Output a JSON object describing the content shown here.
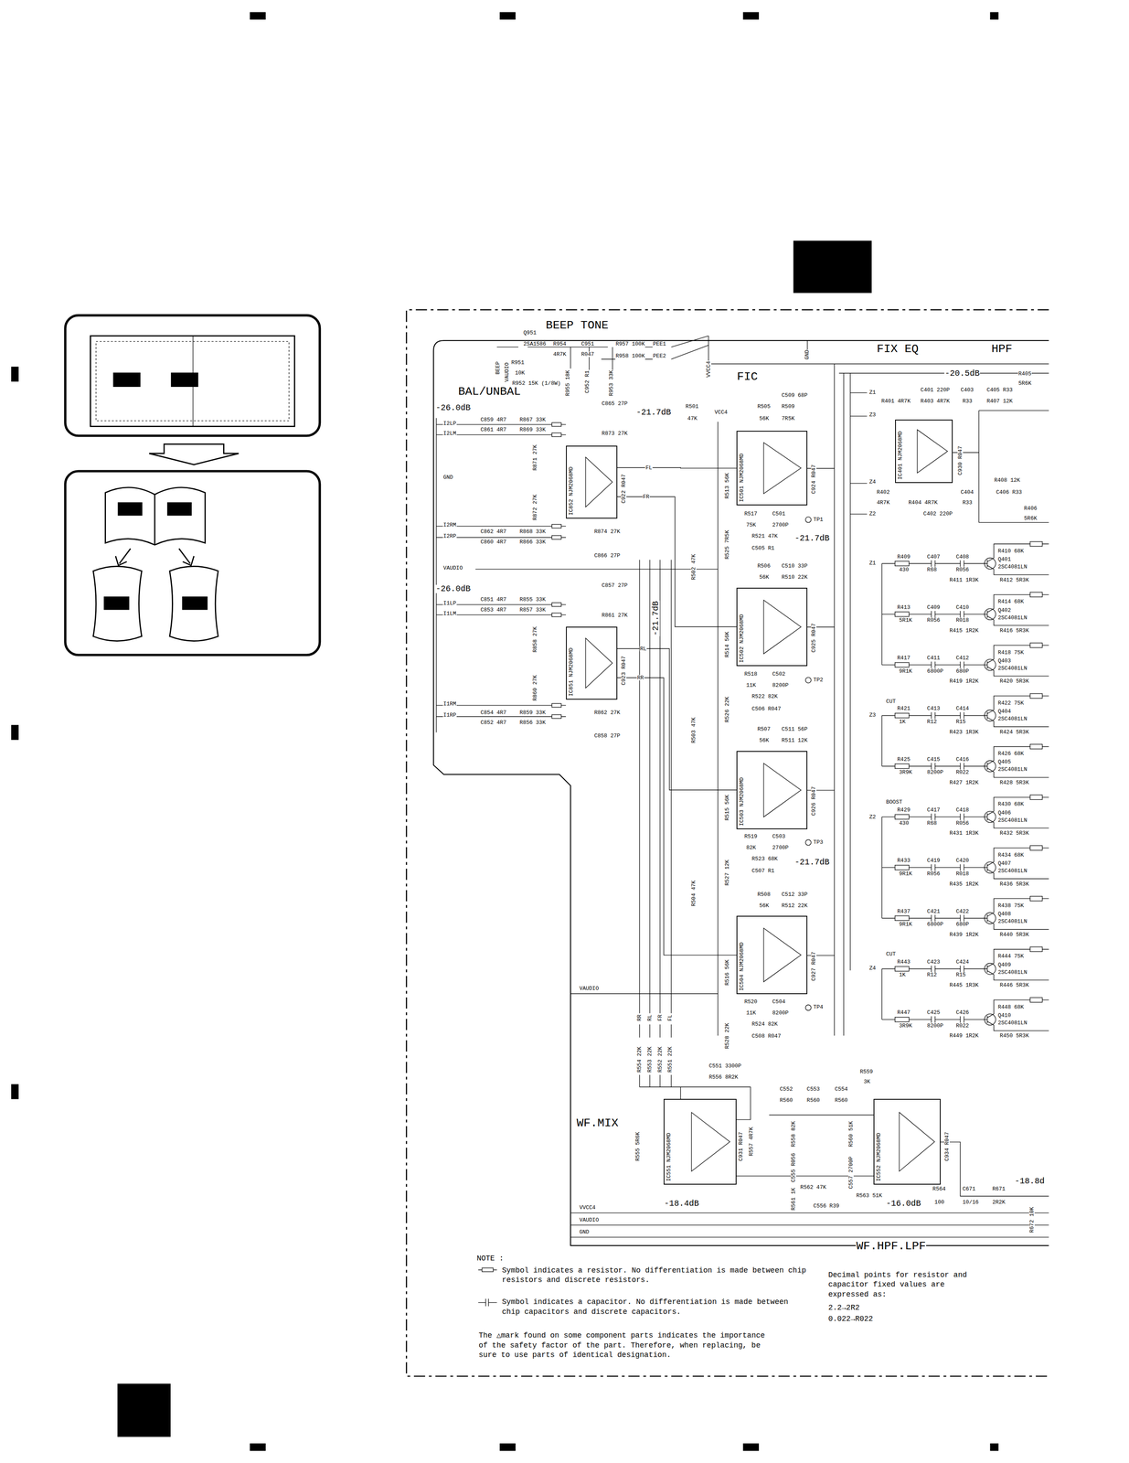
{
  "diagram": {
    "nodes": [
      {
        "text": [
          "IC852 NJM2068MD"
        ]
      },
      {
        "text": [
          "IC851 NJM2068MD"
        ]
      },
      {
        "text": [
          "IC501 NJM2068MD"
        ]
      },
      {
        "text": [
          "IC502 NJM2068MD"
        ]
      },
      {
        "text": [
          "IC503 NJM2068MD"
        ]
      },
      {
        "text": [
          "IC504 NJM2068MD"
        ]
      },
      {
        "text": [
          "IC401 NJM2068MD"
        ]
      },
      {
        "text": [
          "IC551 NJM2068MD"
        ]
      },
      {
        "text": [
          "IC552 NJM2068MD"
        ]
      }
    ],
    "edges": [
      {
        "from": 0,
        "to": 2,
        "arrow": "none",
        "label": "FL"
      },
      {
        "from": 0,
        "to": 3,
        "arrow": "none",
        "label": "FR"
      },
      {
        "from": 1,
        "to": 4,
        "arrow": "none",
        "label": "RL"
      },
      {
        "from": 1,
        "to": 5,
        "arrow": "none",
        "label": "RR"
      },
      {
        "from": 7,
        "to": 8,
        "arrow": "none"
      }
    ],
    "labels": [
      "BEEP TONE",
      "Q951",
      "2SA1586",
      "R954",
      "4R7K",
      "C951",
      "R047",
      "R957 100K",
      "PEE1",
      "R958 100K",
      "PEE2",
      "R951",
      "10K",
      "R952 15K (1/8W)",
      "R955 18K",
      "C952 R1",
      "R953 33K",
      "BEEP",
      "VAUDIO",
      "VVCC4",
      "GND",
      "FIC",
      "FIX EQ",
      "HPF",
      "-20.5dB",
      "BAL/UNBAL",
      "-26.0dB",
      "I2LP",
      "I2LM",
      "C859 4R7",
      "R867 33K",
      "C861 4R7",
      "R869 33K",
      "C865 27P",
      "R873 27K",
      "-21.7dB",
      "R501",
      "47K",
      "VCC4",
      "R505",
      "56K",
      "R509",
      "7R5K",
      "C509 68P",
      "GND",
      "I2RM",
      "I2RP",
      "C862 4R7",
      "R868 33K",
      "C860 4R7",
      "R866 33K",
      "R874 27K",
      "C866 27P",
      "VAUDIO",
      "R871 27K",
      "R872 27K",
      "-26.0dB",
      "I1LP",
      "I1LM",
      "C851 4R7",
      "R855 33K",
      "C853 4R7",
      "R857 33K",
      "C857 27P",
      "R861 27K",
      "-21.7dB",
      "I1RM",
      "I1RP",
      "C854 4R7",
      "R859 33K",
      "C852 4R7",
      "R856 33K",
      "R862 27K",
      "C858 27P",
      "R858 27K",
      "R860 27K",
      "C922 R047",
      "C923 R047",
      "R513 56K",
      "C924 R047",
      "R517",
      "75K",
      "C501",
      "2700P",
      "TP1",
      "R521 47K",
      "C505 R1",
      "-21.7dB",
      "R525 7R5K",
      "R502 47K",
      "R506",
      "56K",
      "C510 33P",
      "R510 22K",
      "R514 56K",
      "C925 R047",
      "R518",
      "11K",
      "C502",
      "8200P",
      "TP2",
      "R522 82K",
      "C506 R047",
      "R526 22K",
      "R503 47K",
      "R507",
      "56K",
      "C511 56P",
      "R511 12K",
      "R515 56K",
      "C926 R047",
      "R519",
      "82K",
      "C503",
      "2700P",
      "TP3",
      "R523 68K",
      "C507 R1",
      "-21.7dB",
      "R527 12K",
      "R504 47K",
      "R508",
      "56K",
      "C512 33P",
      "R512 22K",
      "R516 56K",
      "C927 R047",
      "R520",
      "11K",
      "C504",
      "8200P",
      "TP4",
      "R524 82K",
      "C508 R047",
      "R528 22K",
      "Z1",
      "R401 4R7K",
      "C401 220P",
      "R403 4R7K",
      "C403",
      "R33",
      "C405 R33",
      "R407 12K",
      "R405",
      "5R6K",
      "Z3",
      "C930 R047",
      "Z4",
      "R402",
      "4R7K",
      "R404 4R7K",
      "Z2",
      "C402 220P",
      "C404",
      "R33",
      "C406 R33",
      "R408 12K",
      "R406",
      "5R6K",
      "Z1",
      "CUT",
      "Z3",
      "BOOST",
      "Z2",
      "CUT",
      "Z4",
      "R409",
      "430",
      "C407",
      "R68",
      "C408",
      "R056",
      "R410 68K",
      "Q401",
      "2SC4081LN",
      "R411 1R3K",
      "R412 5R3K",
      "R413",
      "5R1K",
      "C409",
      "R056",
      "C410",
      "R018",
      "R414 68K",
      "Q402",
      "2SC4081LN",
      "R415 1R2K",
      "R416 5R3K",
      "R417",
      "9R1K",
      "C411",
      "6800P",
      "C412",
      "680P",
      "R418 75K",
      "Q403",
      "2SC4081LN",
      "R419 1R2K",
      "R420 5R3K",
      "R421",
      "1K",
      "C413",
      "R12",
      "C414",
      "R15",
      "R422 75K",
      "Q404",
      "2SC4081LN",
      "R423 1R3K",
      "R424 5R3K",
      "R425",
      "3R9K",
      "C415",
      "8200P",
      "C416",
      "R022",
      "R426 68K",
      "Q405",
      "2SC4081LN",
      "R427 1R2K",
      "R428 5R3K",
      "R429",
      "430",
      "C417",
      "R68",
      "C418",
      "R056",
      "R430 68K",
      "Q406",
      "2SC4081LN",
      "R431 1R3K",
      "R432 5R3K",
      "R433",
      "9R1K",
      "C419",
      "R056",
      "C420",
      "R018",
      "R434 68K",
      "Q407",
      "2SC4081LN",
      "R435 1R2K",
      "R436 5R3K",
      "R437",
      "9R1K",
      "C421",
      "6800P",
      "C422",
      "680P",
      "R438 75K",
      "Q408",
      "2SC4081LN",
      "R439 1R2K",
      "R440 5R3K",
      "R443",
      "1K",
      "C423",
      "R12",
      "C424",
      "R15",
      "R444 75K",
      "Q409",
      "2SC4081LN",
      "R445 1R3K",
      "R446 5R3K",
      "R447",
      "3R9K",
      "C425",
      "8200P",
      "C426",
      "R022",
      "R448 68K",
      "Q410",
      "2SC4081LN",
      "R449 1R2K",
      "R450 5R3K",
      "RR",
      "RL",
      "FR",
      "FL",
      "R554 22K",
      "R553 22K",
      "R552 22K",
      "R551 22K",
      "C551 3300P",
      "R556 8R2K",
      "WF.MIX",
      "R555 5R6K",
      "C931 R047",
      "R557 4R7K",
      "-18.4dB",
      "C552",
      "R560",
      "C553",
      "R560",
      "C554",
      "R560",
      "R559",
      "3K",
      "R558 82K",
      "R560 51K",
      "C555 R056",
      "C557 2700P",
      "R562 47K",
      "R563 51K",
      "C556 R39",
      "R561 1K",
      "C934 R047",
      "-16.0dB",
      "R564",
      "100",
      "C671",
      "10/16",
      "R671",
      "2R2K",
      "-18.8d",
      "R672 10K",
      "VVCC4",
      "VAUDIO",
      "GND",
      "VAUDIO",
      "WF.HPF.LPF",
      "NOTE :",
      "Symbol indicates a resistor. No differentiation is made between chip resistors and discrete resistors.",
      "Symbol indicates a capacitor. No differentiation is made between chip capacitors and discrete capacitors.",
      "The △mark found on some component parts indicates the importance of the safety factor of the part. Therefore, when replacing, be sure to use parts of identical designation.",
      "Decimal points for resistor and capacitor fixed values are expressed as:",
      "2.2→2R2",
      "0.022→R022"
    ]
  }
}
